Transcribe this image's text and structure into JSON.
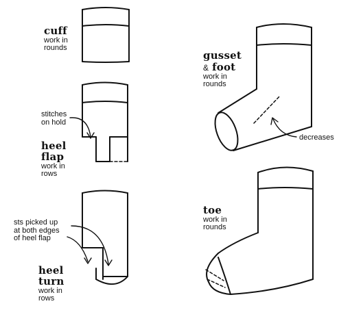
{
  "steps": {
    "cuff": {
      "title": "cuff",
      "desc_line1": "work in",
      "desc_line2": "rounds"
    },
    "heel_flap": {
      "title_line1": "heel",
      "title_line2": "flap",
      "desc_line1": "work in",
      "desc_line2": "rows",
      "note_line1": "stitches",
      "note_line2": "on hold"
    },
    "heel_turn": {
      "title_line1": "heel",
      "title_line2": "turn",
      "desc_line1": "work in",
      "desc_line2": "rows",
      "note_line1": "sts picked up",
      "note_line2": "at both edges",
      "note_line3": "of heel flap"
    },
    "gusset_foot": {
      "title_part1": "gusset",
      "amp": "&",
      "title_part2": "foot",
      "desc_line1": "work in",
      "desc_line2": "rounds",
      "note": "decreases"
    },
    "toe": {
      "title": "toe",
      "desc_line1": "work in",
      "desc_line2": "rounds"
    }
  },
  "colors": {
    "ink": "#111111",
    "background": "#ffffff"
  }
}
